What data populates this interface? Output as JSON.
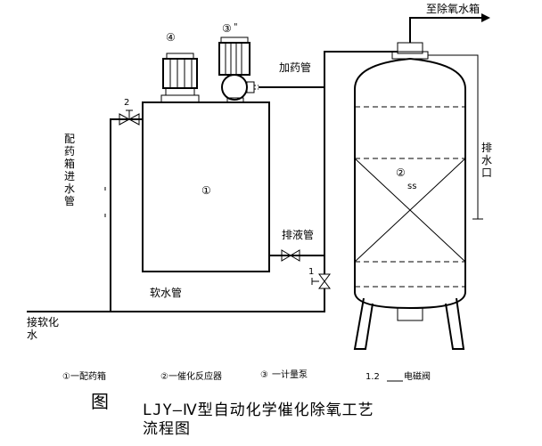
{
  "labels": {
    "to_deaerator_tank": "至除氧水箱",
    "dosing_pipe": "加药管",
    "drain_outlet": "排水口",
    "discharge_pipe": "排液管",
    "soft_water_pipe": "软水管",
    "dosing_tank_inlet": "配药箱进水管",
    "soft_water_in_line1": "接软化",
    "soft_water_in_line2": "水",
    "num_tank": "①",
    "num_reactor": "②",
    "num_pump": "③",
    "num_motor": "④",
    "valve_top": "2",
    "valve_bottom": "1",
    "tiny_pump": "\"",
    "tiny_reactor": "ss"
  },
  "legend": {
    "item1": "①一配药箱",
    "item2": "②一催化反应器",
    "item3_num": "③",
    "item3_text": "一计量泵",
    "item4_num": "1.2",
    "item4_text": "电磁阀"
  },
  "figure": {
    "label": "图",
    "title_line1": "LJY—Ⅳ型自动化学催化除氧工艺",
    "title_line2": "流程图"
  }
}
